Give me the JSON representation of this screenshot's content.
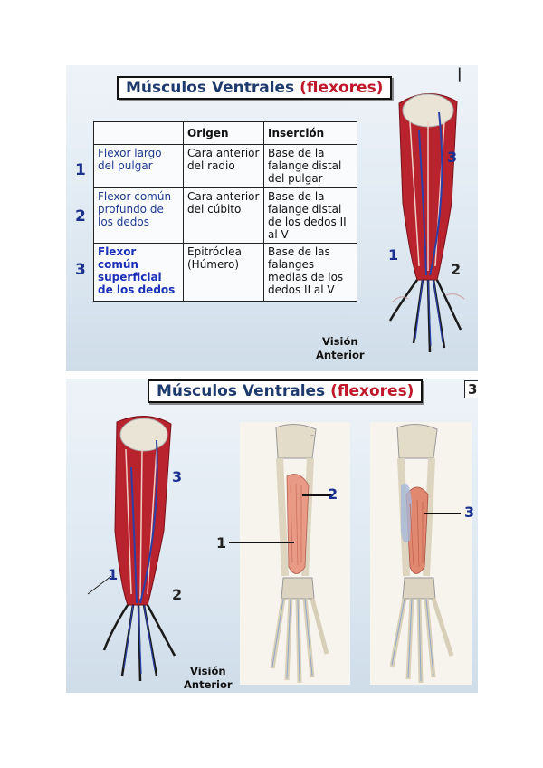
{
  "slide1": {
    "title_main": "Músculos Ventrales",
    "title_paren": "(flexores)",
    "edge_mark": "|",
    "table": {
      "headers": [
        "",
        "Origen",
        "Inserción"
      ],
      "rows": [
        {
          "number": "1",
          "name": "Flexor largo del pulgar",
          "origen": "Cara anterior del radio",
          "insercion": "Base de la falange distal del pulgar"
        },
        {
          "number": "2",
          "name": "Flexor común profundo de los dedos",
          "origen": "Cara anterior del cúbito",
          "insercion": "Base de la falange distal de los dedos II al V"
        },
        {
          "number": "3",
          "name": "Flexor común superficial de los dedos",
          "origen": "Epitróclea (Húmero)",
          "insercion": "Base de las falanges medias de los dedos II al V"
        }
      ]
    },
    "labels": {
      "l1": "1",
      "l2": "2",
      "l3": "3"
    },
    "vision_line1": "Visión",
    "vision_line2": "Anterior"
  },
  "slide2": {
    "title_main": "Músculos Ventrales",
    "title_paren": "(flexores)",
    "edge_mark": "3",
    "labels": {
      "l1": "1",
      "l2": "2",
      "l3": "3",
      "m2": "2",
      "m1": "1",
      "r3": "3"
    },
    "vision_line1": "Visión",
    "vision_line2": "Anterior"
  },
  "colors": {
    "title_blue": "#1f3b6e",
    "title_red": "#c0182a",
    "muscle_red": "#b8232e",
    "nerve_blue": "#2a3fa8",
    "bone": "#e9e4d6"
  }
}
